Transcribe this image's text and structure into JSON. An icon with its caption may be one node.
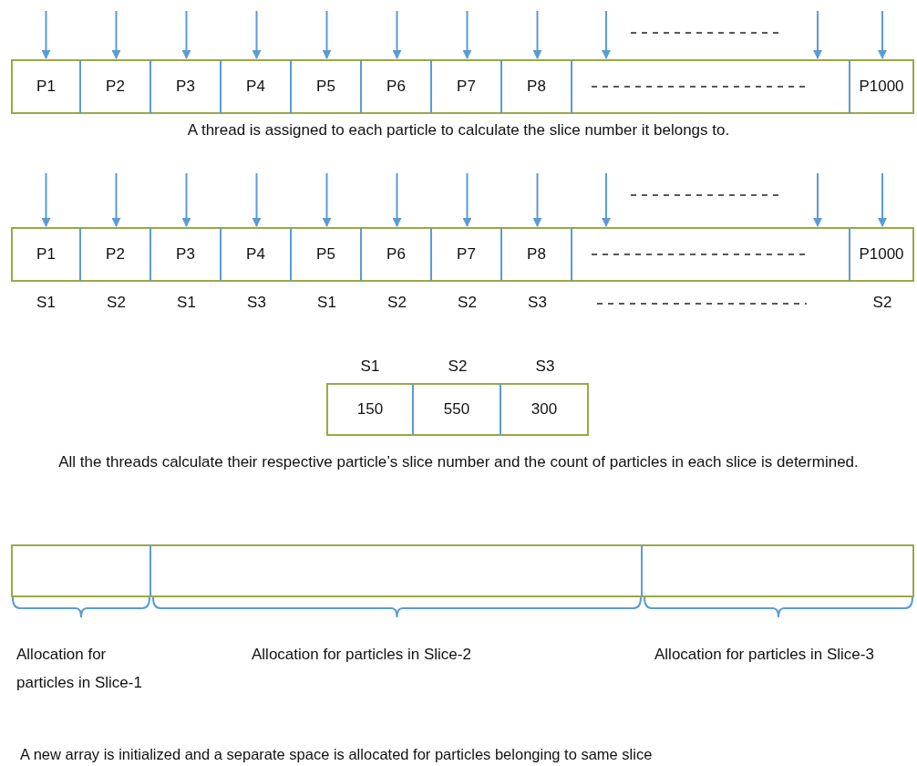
{
  "diagram": {
    "nodes": [
      {
        "text": [
          "P1"
        ]
      },
      {
        "text": [
          "P2"
        ]
      },
      {
        "text": [
          "P3"
        ]
      },
      {
        "text": [
          "P4"
        ]
      },
      {
        "text": [
          "P5"
        ]
      },
      {
        "text": [
          "P6"
        ]
      },
      {
        "text": [
          "P7"
        ]
      },
      {
        "text": [
          "P8"
        ]
      },
      {
        "text": [],
        "shape": "box"
      },
      {
        "text": [
          "P1000"
        ]
      },
      {
        "text": [
          "P1"
        ],
        "beside": [
          "S1"
        ]
      },
      {
        "text": [
          "P2"
        ],
        "beside": [
          "S2"
        ]
      },
      {
        "text": [
          "P3"
        ],
        "beside": [
          "S1"
        ]
      },
      {
        "text": [
          "P4"
        ],
        "beside": [
          "S3"
        ]
      },
      {
        "text": [
          "P5"
        ],
        "beside": [
          "S1"
        ]
      },
      {
        "text": [
          "P6"
        ],
        "beside": [
          "S2"
        ]
      },
      {
        "text": [
          "P7"
        ],
        "beside": [
          "S2"
        ]
      },
      {
        "text": [
          "P8"
        ],
        "beside": [
          "S3"
        ]
      },
      {
        "text": [],
        "shape": "box"
      },
      {
        "text": [
          "P1000"
        ],
        "beside": [
          "S2"
        ]
      },
      {
        "text": [
          "S1",
          "150"
        ]
      },
      {
        "text": [
          "S2",
          "550"
        ]
      },
      {
        "text": [
          "S3",
          "300"
        ]
      },
      {
        "text": [],
        "shape": "box",
        "beside": [
          "Allocation for particles in Slice-1"
        ]
      },
      {
        "text": [],
        "shape": "box",
        "beside": [
          "Allocation for particles in Slice-2"
        ]
      },
      {
        "text": [],
        "shape": "box",
        "beside": [
          "Allocation for particles in Slice-3"
        ]
      }
    ],
    "edges": [
      {
        "from": null,
        "to": 0,
        "arrow": "to"
      },
      {
        "from": null,
        "to": 1,
        "arrow": "to"
      },
      {
        "from": null,
        "to": 2,
        "arrow": "to"
      },
      {
        "from": null,
        "to": 3,
        "arrow": "to"
      },
      {
        "from": null,
        "to": 4,
        "arrow": "to"
      },
      {
        "from": null,
        "to": 5,
        "arrow": "to"
      },
      {
        "from": null,
        "to": 6,
        "arrow": "to"
      },
      {
        "from": null,
        "to": 7,
        "arrow": "to"
      },
      {
        "from": null,
        "to": 8,
        "arrow": "to"
      },
      {
        "from": null,
        "to": 8,
        "arrow": "to"
      },
      {
        "from": null,
        "to": 9,
        "arrow": "to"
      },
      {
        "from": null,
        "to": 10,
        "arrow": "to"
      },
      {
        "from": null,
        "to": 11,
        "arrow": "to"
      },
      {
        "from": null,
        "to": 12,
        "arrow": "to"
      },
      {
        "from": null,
        "to": 13,
        "arrow": "to"
      },
      {
        "from": null,
        "to": 14,
        "arrow": "to"
      },
      {
        "from": null,
        "to": 15,
        "arrow": "to"
      },
      {
        "from": null,
        "to": 16,
        "arrow": "to"
      },
      {
        "from": null,
        "to": 17,
        "arrow": "to"
      },
      {
        "from": null,
        "to": 18,
        "arrow": "to"
      },
      {
        "from": null,
        "to": 18,
        "arrow": "to"
      },
      {
        "from": null,
        "to": 19,
        "arrow": "to"
      }
    ],
    "labels": [
      "A thread is assigned to each particle to calculate the slice number it belongs to.",
      "All the threads calculate their respective particle’s slice number and the count of particles in each slice is determined.",
      "A new array is initialized and a separate space is allocated for particles belonging to same slice"
    ]
  }
}
